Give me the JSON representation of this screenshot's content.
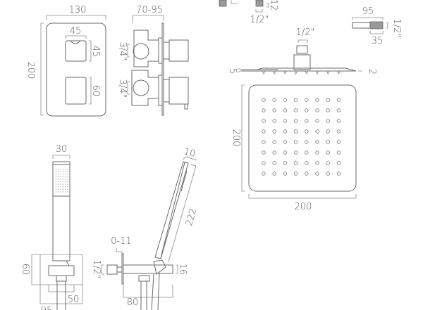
{
  "title": "Shower valve, shower head and handset dimension drawing",
  "valve": {
    "width": "130",
    "height": "200",
    "depth": "70-95",
    "handle_upper_w": "45",
    "handle_upper_h": "45",
    "handle_lower_h": "60",
    "inlet_upper": "3/4\"",
    "inlet_lower": "3/4\""
  },
  "top_fragment": {
    "dim": "12",
    "thread": "1/2\""
  },
  "arm": {
    "length": "95",
    "thread": "1/2\"",
    "flange": "35"
  },
  "head": {
    "thread": "1/2\"",
    "edge": "5",
    "thickness": "2",
    "height": "200",
    "width": "200",
    "nozzle_rows": 8,
    "nozzle_cols": 8
  },
  "handset": {
    "width": "30",
    "bracket_h": "60",
    "bracket_w": "50",
    "bracket_outer": "95",
    "projection": "0-11",
    "thread": "1/2\"",
    "arm_len": "80",
    "arm_h": "16",
    "head_w": "10",
    "length": "222"
  }
}
